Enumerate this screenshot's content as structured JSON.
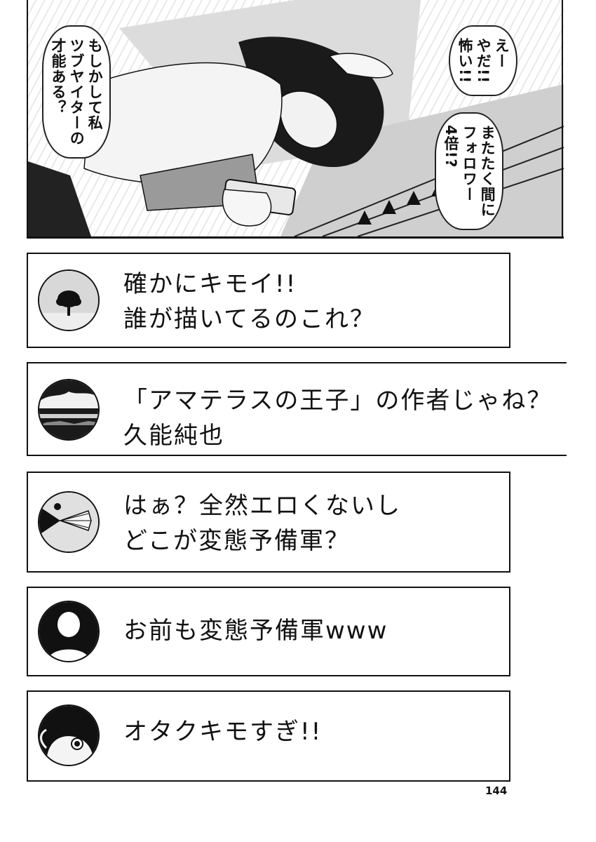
{
  "panel": {
    "left_bubble": [
      "もしかして私",
      "ツブヤイターの",
      "才能ある？"
    ],
    "right_bubble_top": [
      "えー",
      "やだ!!",
      "怖い!!"
    ],
    "right_bubble_bottom": [
      "またたく間に",
      "フォロワー",
      "4倍!?"
    ]
  },
  "comments": [
    {
      "avatar_icon": "tree-silhouette-icon",
      "lines": [
        "確かにキモイ!!",
        "誰が描いてるのこれ？"
      ]
    },
    {
      "avatar_icon": "sunset-cloud-landscape-icon",
      "lines": [
        "「アマテラスの王子」の作者じゃね？",
        "久能純也"
      ]
    },
    {
      "avatar_icon": "fan-hand-icon",
      "lines": [
        "はぁ？全然エロくないし",
        "どこが変態予備軍？"
      ]
    },
    {
      "avatar_icon": "default-user-icon",
      "lines": [
        "お前も変態予備軍www"
      ]
    },
    {
      "avatar_icon": "anime-face-icon",
      "lines": [
        "オタクキモすぎ!!"
      ]
    }
  ],
  "page_number": "144"
}
